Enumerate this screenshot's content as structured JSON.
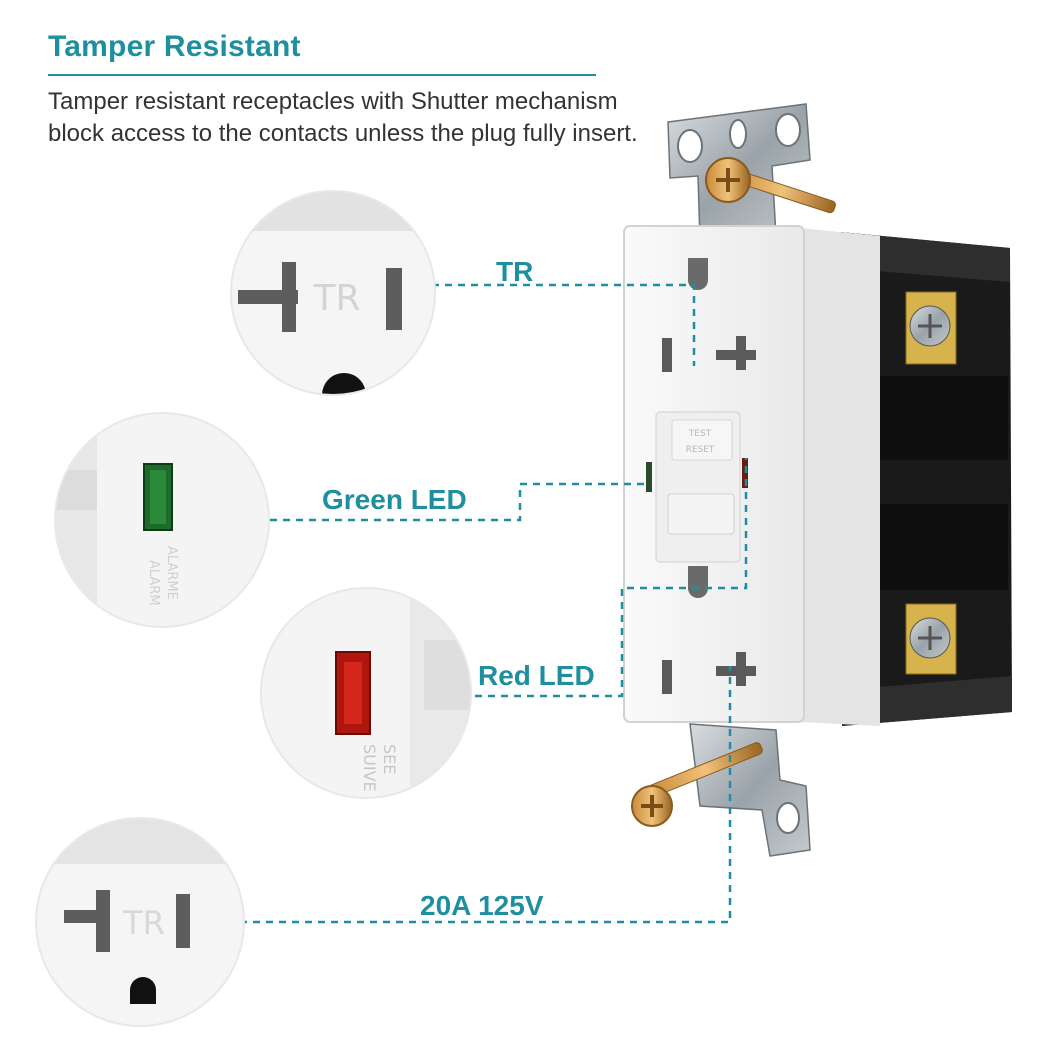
{
  "header": {
    "title": "Tamper Resistant",
    "description_line1": "Tamper resistant receptacles with Shutter mechanism",
    "description_line2": "block access to the contacts unless the plug fully insert."
  },
  "callouts": {
    "tr": "TR",
    "green_led": "Green LED",
    "red_led": "Red LED",
    "rating": "20A 125V"
  },
  "product_markings": {
    "tr": "TR",
    "test": "TEST",
    "reset": "RESET",
    "alarm": "ALARM",
    "alarme": "ALARME",
    "see": "SEE",
    "suive": "SUIVE"
  },
  "colors": {
    "accent": "#1f8fa0",
    "green_led": "#1c6b2a",
    "red_led": "#b0160e",
    "body": "#f6f6f6",
    "housing": "#1a1a1a"
  }
}
